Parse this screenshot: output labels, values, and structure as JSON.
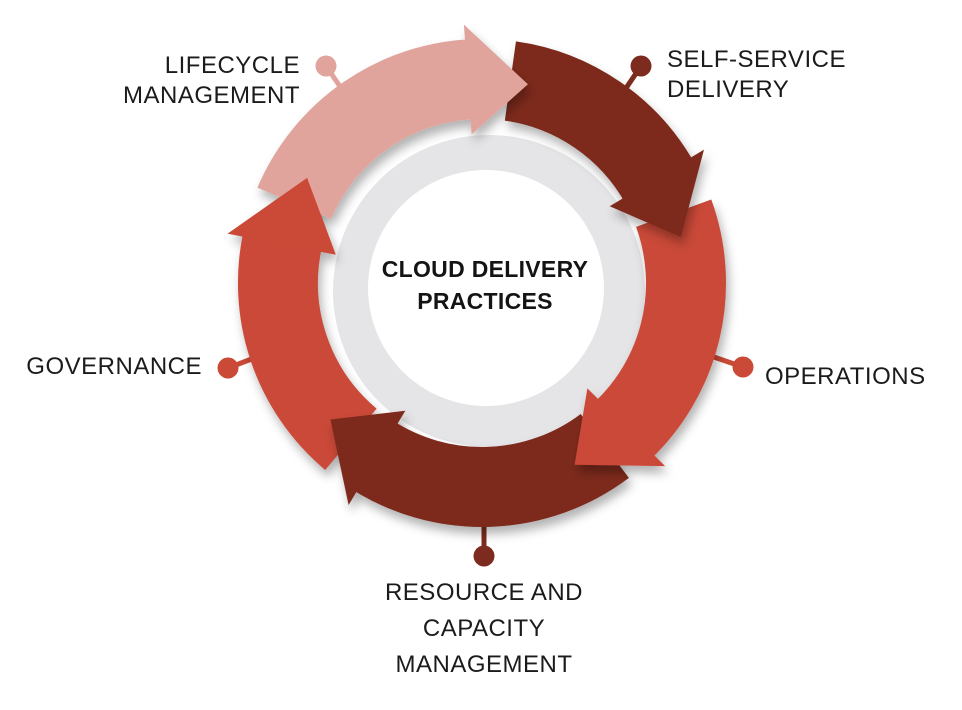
{
  "page": {
    "background": "#FFFFFF"
  },
  "diagram": {
    "type": "cycle",
    "center_title_lines": [
      "CLOUD DELIVERY",
      "PRACTICES"
    ],
    "colors": {
      "pink": "#E0A49C",
      "maroon": "#7D2B1E",
      "red": "#CA4937",
      "track": "#E5E4E6",
      "center_fill": "#FFFFFF",
      "label_text": "#1B1B1B"
    },
    "segments": [
      {
        "name": "lifecycle-management",
        "label_lines": [
          "LIFECYCLE",
          "MANAGEMENT"
        ],
        "color_key": "pink",
        "body_start": 293,
        "body_end": 358,
        "head_base": 356,
        "head_tip": 373
      },
      {
        "name": "self-service-delivery",
        "label_lines": [
          "SELF-SERVICE",
          "DELIVERY"
        ],
        "color_key": "maroon",
        "body_start": 8,
        "body_end": 61,
        "head_base": 59,
        "head_tip": 77
      },
      {
        "name": "operations",
        "label_lines": [
          "OPERATIONS"
        ],
        "color_key": "red",
        "body_start": 70,
        "body_end": 137,
        "head_base": 135,
        "head_tip": 153
      },
      {
        "name": "resource-and-capacity-management",
        "label_lines": [
          "RESOURCE AND",
          "CAPACITY",
          "MANAGEMENT"
        ],
        "color_key": "maroon",
        "body_start": 143,
        "body_end": 213,
        "head_base": 211,
        "head_tip": 228
      },
      {
        "name": "governance",
        "label_lines": [
          "GOVERNANCE"
        ],
        "color_key": "red",
        "body_start": 220,
        "body_end": 283,
        "head_base": 281,
        "head_tip": 301
      }
    ]
  }
}
